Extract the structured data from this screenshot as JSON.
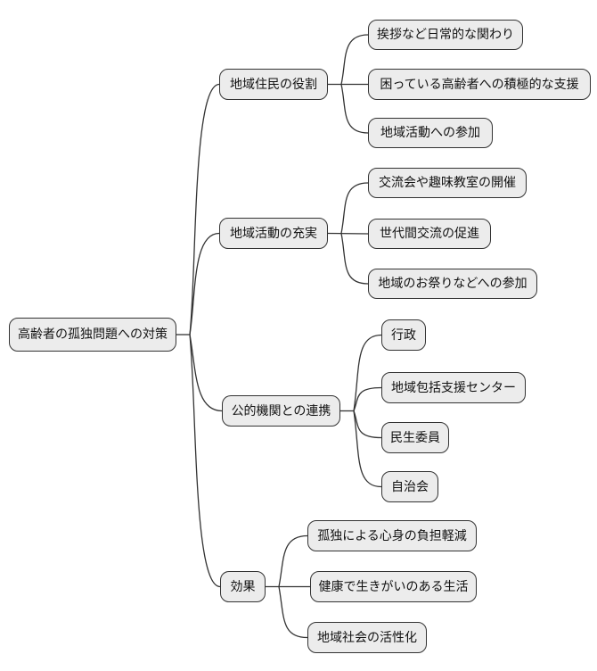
{
  "mindmap": {
    "root": {
      "label": "高齢者の孤独問題への対策"
    },
    "branches": [
      {
        "label": "地域住民の役割",
        "children": [
          "挨拶など日常的な関わり",
          "困っている高齢者への積極的な支援",
          "地域活動への参加"
        ]
      },
      {
        "label": "地域活動の充実",
        "children": [
          "交流会や趣味教室の開催",
          "世代間交流の促進",
          "地域のお祭りなどへの参加"
        ]
      },
      {
        "label": "公的機関との連携",
        "children": [
          "行政",
          "地域包括支援センター",
          "民生委員",
          "自治会"
        ]
      },
      {
        "label": "効果",
        "children": [
          "孤独による心身の負担軽減",
          "健康で生きがいのある生活",
          "地域社会の活性化"
        ]
      }
    ],
    "colors": {
      "node_fill": "#ececec",
      "node_border": "#333333",
      "edge": "#333333",
      "text": "#111111",
      "background": "#ffffff"
    }
  }
}
